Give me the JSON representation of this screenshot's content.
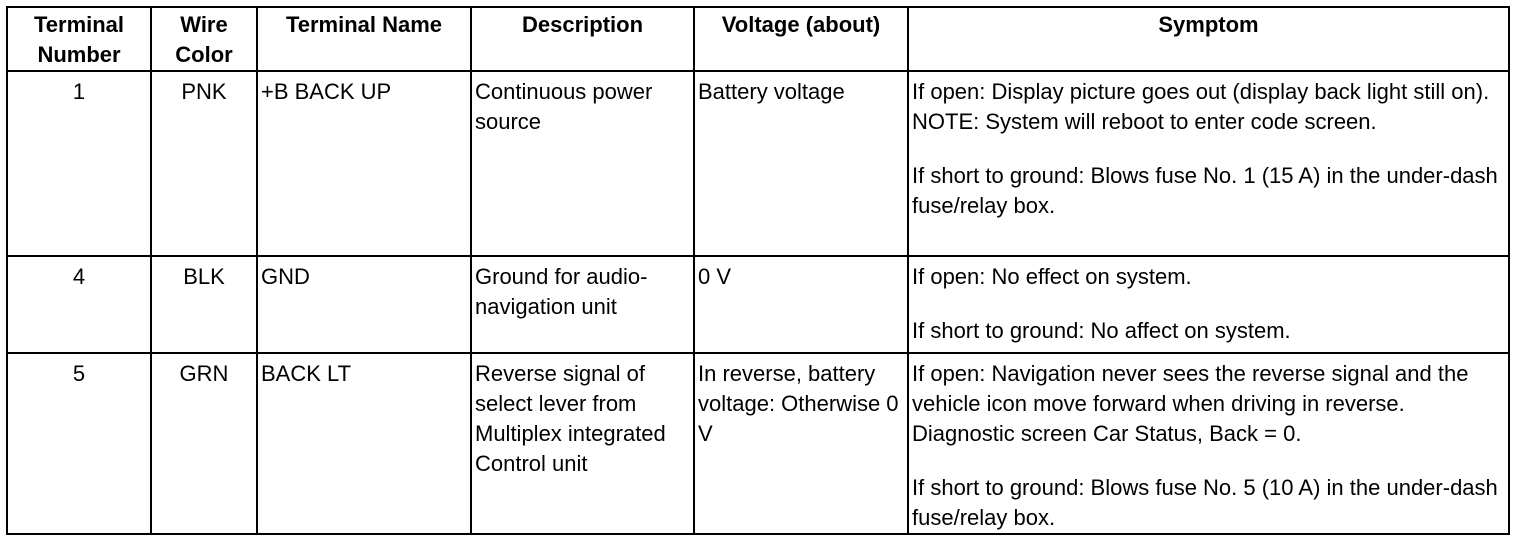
{
  "table": {
    "headers": {
      "terminal_number_line1": "Terminal",
      "terminal_number_line2": "Number",
      "wire_color_line1": "Wire",
      "wire_color_line2": "Color",
      "terminal_name": "Terminal Name",
      "description": "Description",
      "voltage": "Voltage (about)",
      "symptom": "Symptom"
    },
    "rows": [
      {
        "terminal_number": "1",
        "wire_color": "PNK",
        "terminal_name": "+B BACK UP",
        "description": "Continuous power source",
        "voltage": "Battery voltage",
        "symptom_open": "If open: Display picture goes out (display back light still on). NOTE: System will reboot to enter code screen.",
        "symptom_short": "If short to ground: Blows fuse No. 1 (15 A) in the under-dash fuse/relay box."
      },
      {
        "terminal_number": "4",
        "wire_color": "BLK",
        "terminal_name": "GND",
        "description": "Ground for audio-navigation unit",
        "voltage": "0 V",
        "symptom_open": "If open: No effect on system.",
        "symptom_short": "If short to ground: No affect on system."
      },
      {
        "terminal_number": "5",
        "wire_color": "GRN",
        "terminal_name": "BACK LT",
        "description": "Reverse signal of select lever from Multiplex integrated Control unit",
        "voltage": "In reverse, battery voltage: Otherwise 0 V",
        "symptom_open": "If open: Navigation never sees the reverse signal and the vehicle icon move forward when driving in reverse. Diagnostic screen Car Status, Back = 0.",
        "symptom_short": "If short to ground: Blows fuse No. 5 (10 A)   in the under-dash fuse/relay box."
      }
    ]
  }
}
